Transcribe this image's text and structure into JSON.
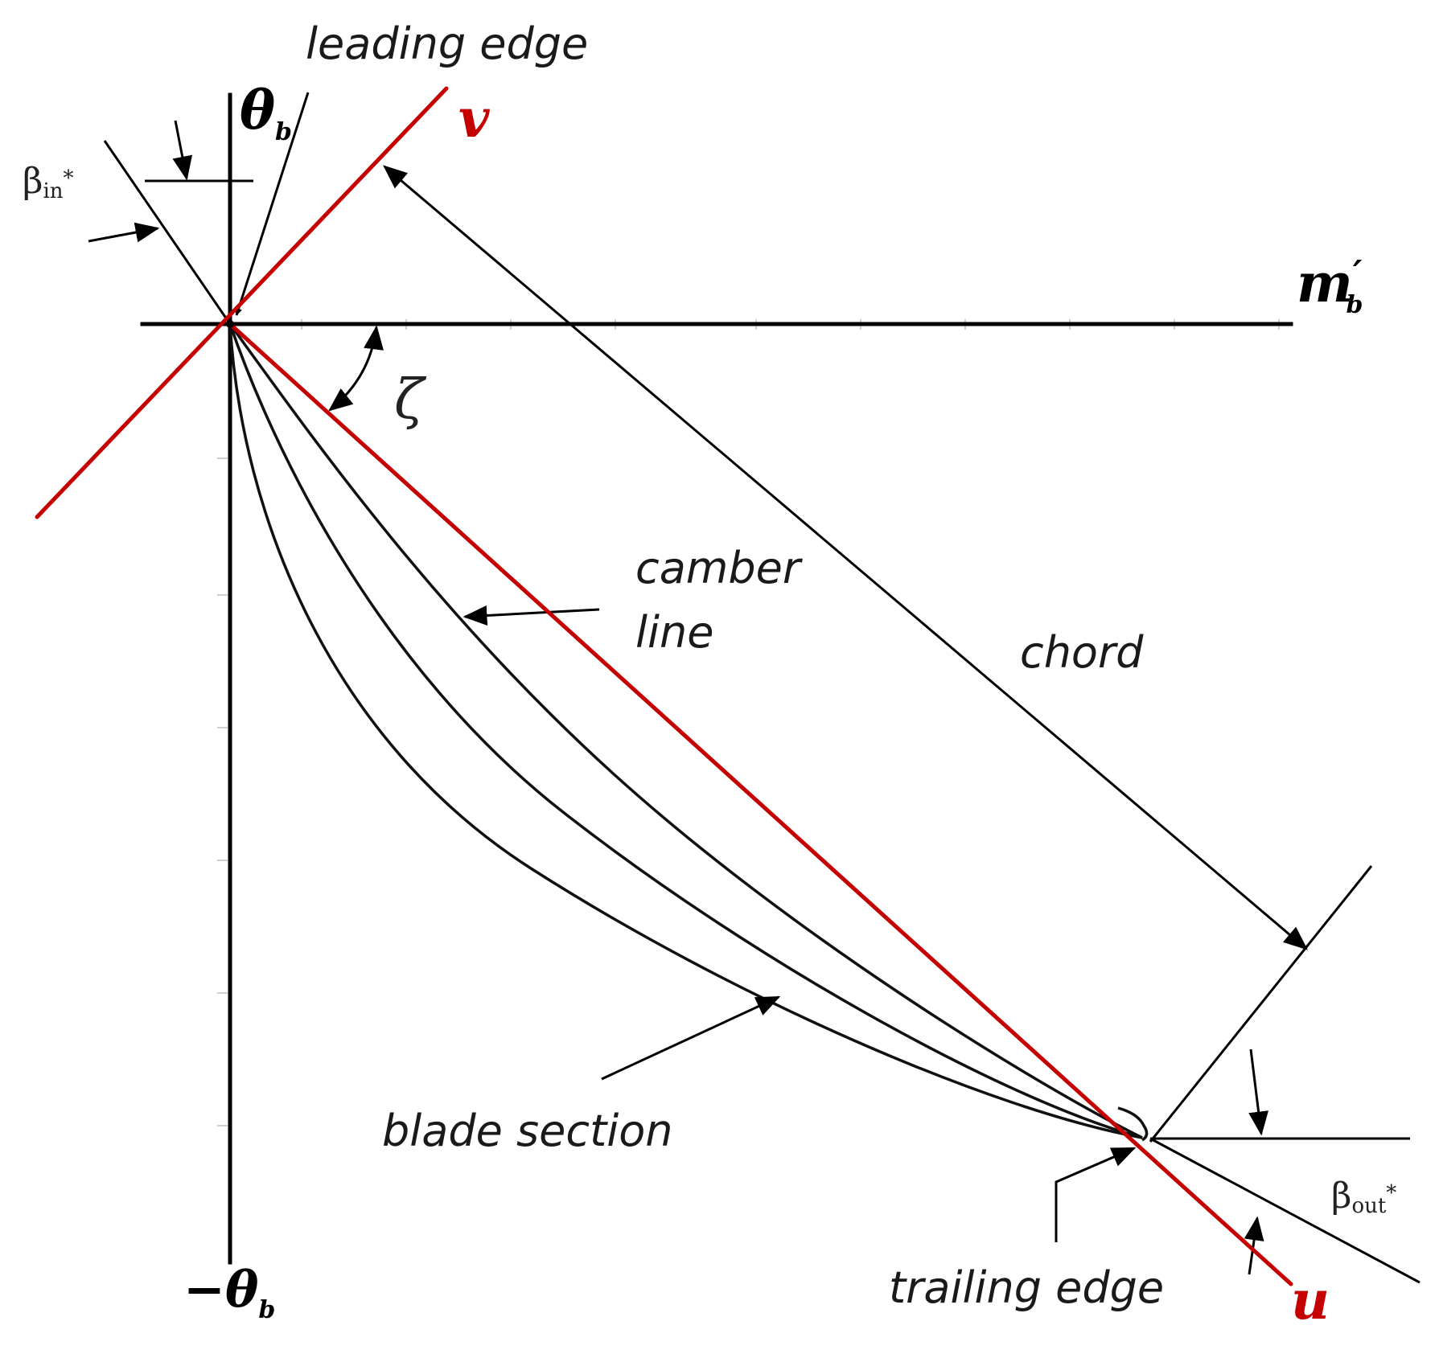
{
  "labels": {
    "leading_edge": "leading edge",
    "theta_b": "θ",
    "theta_b_sub": "b",
    "v_axis": "v",
    "beta_in": "β",
    "beta_in_sub": "in",
    "beta_in_mark": "*",
    "m_b": "m",
    "m_b_prime": "′",
    "m_b_sub": "b",
    "zeta": "ζ",
    "camber_line_1": "camber",
    "camber_line_2": "line",
    "chord": "chord",
    "blade_section": "blade section",
    "beta_out": "β",
    "beta_out_sub": "out",
    "beta_out_mark": "*",
    "trailing_edge": "trailing edge",
    "u_axis": "u",
    "neg_theta_b": "−θ",
    "neg_theta_b_sub": "b"
  },
  "colors": {
    "red_axes": "#c40000",
    "black": "#000000"
  }
}
